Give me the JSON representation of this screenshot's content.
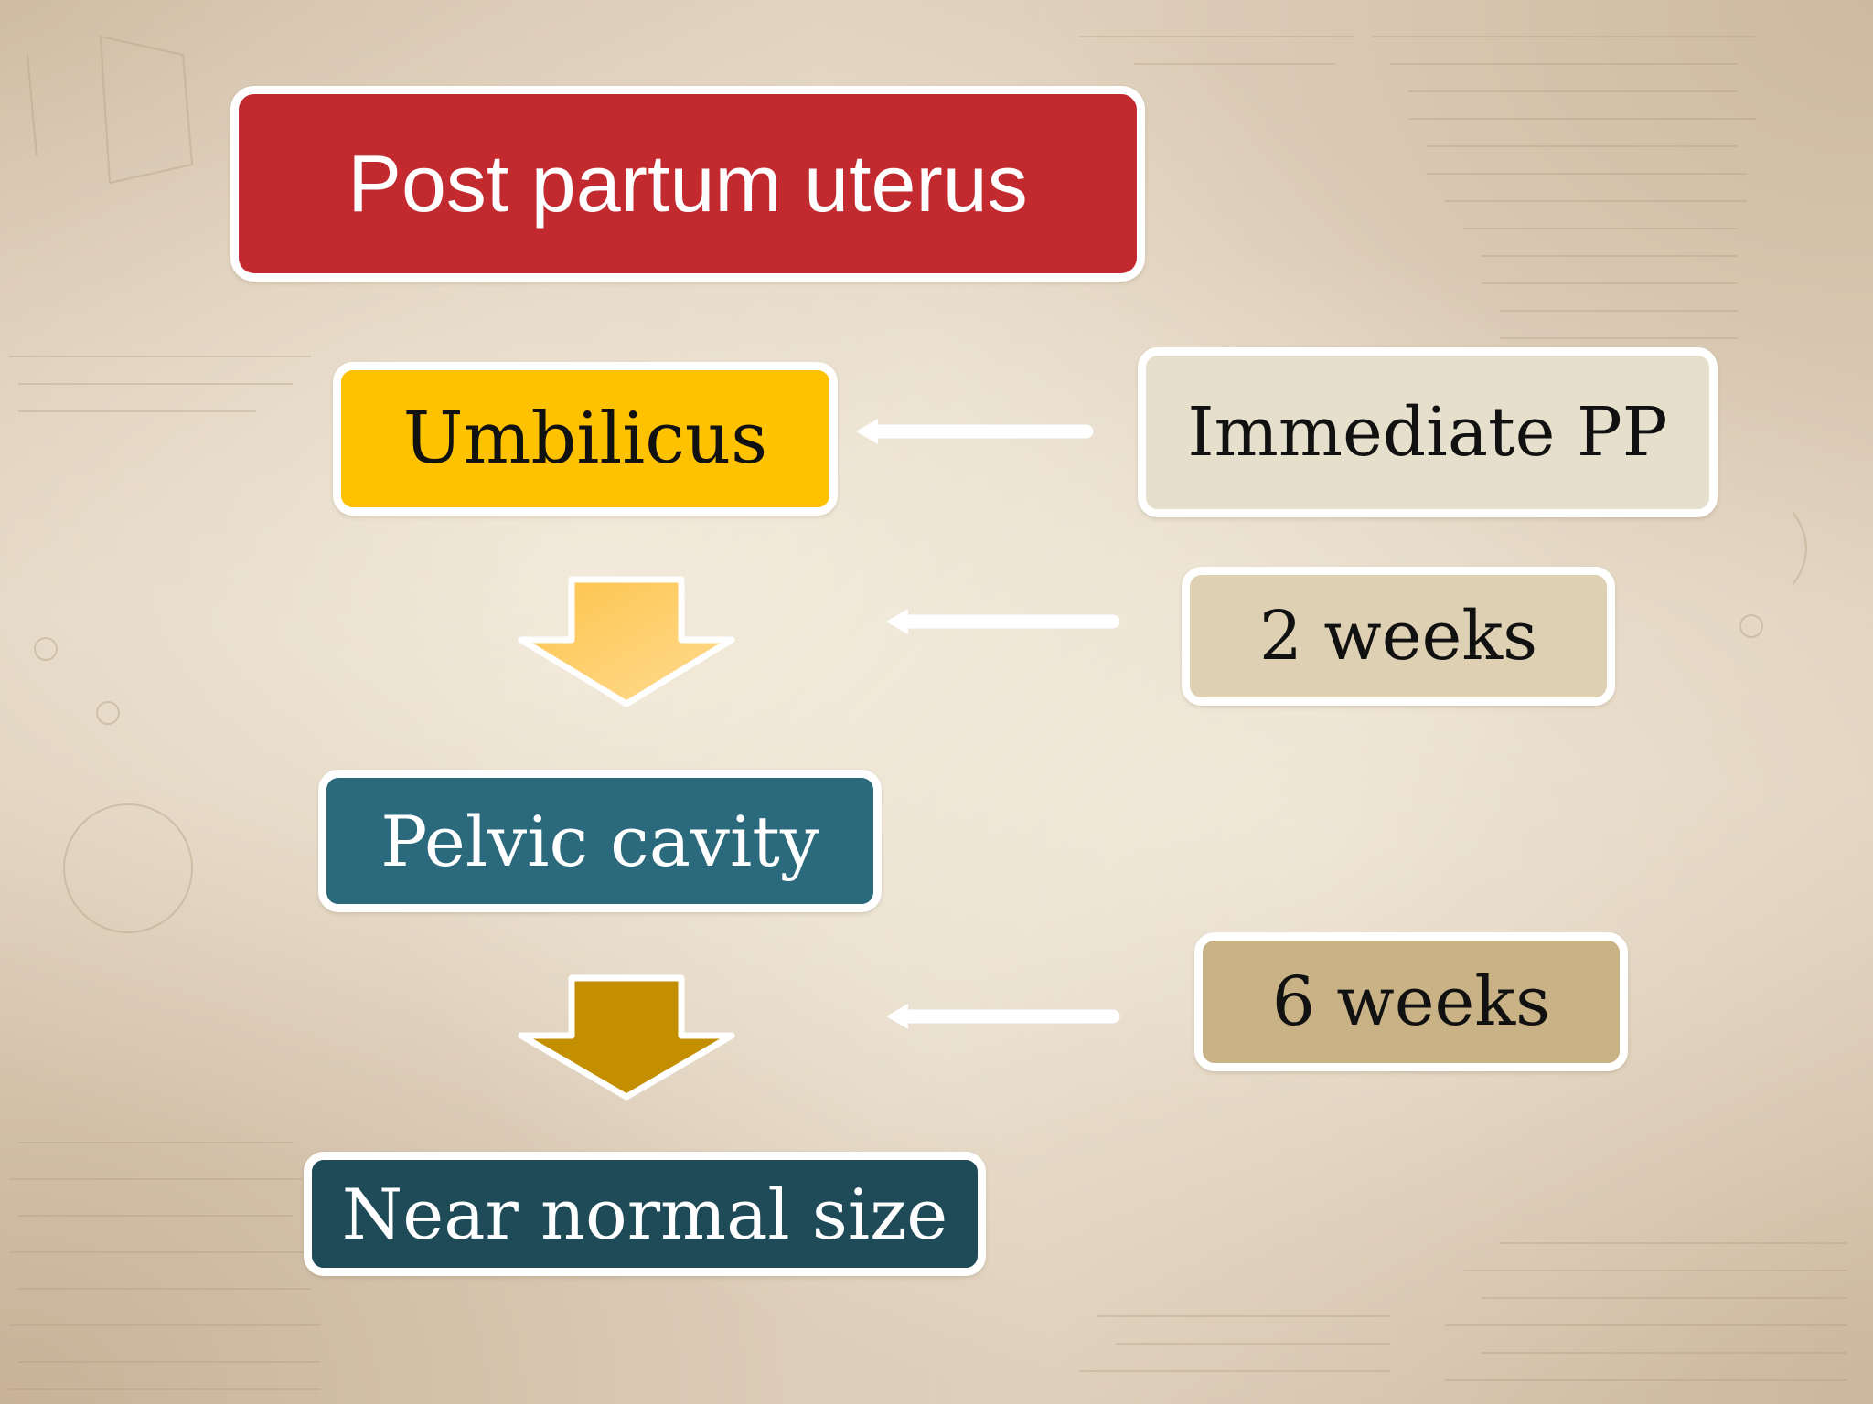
{
  "diagram": {
    "title": "Post partum uterus",
    "stages": [
      {
        "label": "Umbilicus",
        "color": "#fec200"
      },
      {
        "label": "Pelvic cavity",
        "color": "#2b6a7c"
      },
      {
        "label": "Near normal size",
        "color": "#1f4a57"
      }
    ],
    "times": [
      {
        "label": "Immediate PP",
        "color": "#e6dfcc"
      },
      {
        "label": "2 weeks",
        "color": "#ddd0b3"
      },
      {
        "label": "6 weeks",
        "color": "#c9b386"
      }
    ],
    "colors": {
      "title_bg": "#c32a30",
      "down_arrow_1": "#fcd277",
      "down_arrow_2": "#c38e00",
      "connector": "#ffffff",
      "background": "#e3d6c3"
    }
  }
}
